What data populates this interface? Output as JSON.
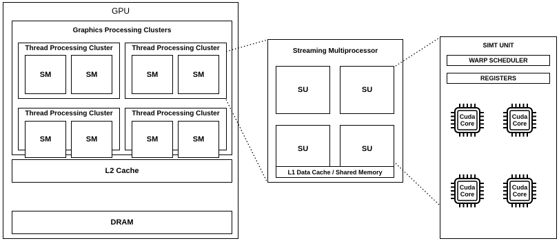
{
  "gpu": {
    "title": "GPU",
    "gpc_title": "Graphics Processing Clusters",
    "clusters": [
      {
        "title": "Thread Processing Cluster",
        "sms": [
          "SM",
          "SM"
        ]
      },
      {
        "title": "Thread Processing Cluster",
        "sms": [
          "SM",
          "SM"
        ]
      },
      {
        "title": "Thread Processing Cluster",
        "sms": [
          "SM",
          "SM"
        ]
      },
      {
        "title": "Thread Processing Cluster",
        "sms": [
          "SM",
          "SM"
        ]
      }
    ],
    "l2_cache": "L2 Cache",
    "dram": "DRAM"
  },
  "sm": {
    "title": "Streaming Multiprocessor",
    "units": [
      "SU",
      "SU",
      "SU",
      "SU"
    ],
    "l1": "L1 Data Cache / Shared Memory"
  },
  "simt": {
    "title": "SIMT UNIT",
    "warp_scheduler": "WARP SCHEDULER",
    "registers": "REGISTERS",
    "cores": [
      {
        "line1": "Cuda",
        "line2": "Core"
      },
      {
        "line1": "Cuda",
        "line2": "Core"
      },
      {
        "line1": "Cuda",
        "line2": "Core"
      },
      {
        "line1": "Cuda",
        "line2": "Core"
      }
    ]
  }
}
